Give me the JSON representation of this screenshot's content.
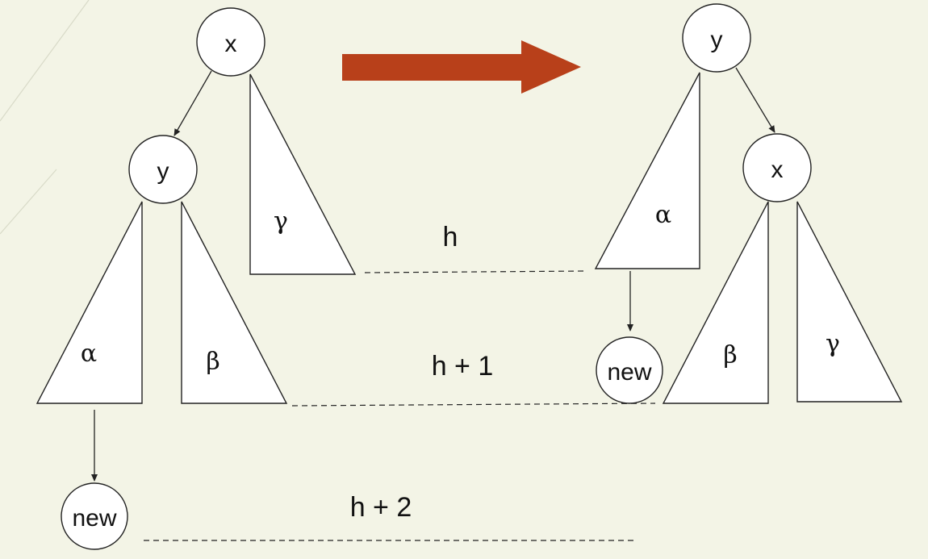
{
  "left_tree": {
    "root_label": "x",
    "child_label": "y",
    "new_label": "new",
    "alpha": "α",
    "beta": "β",
    "gamma": "γ"
  },
  "right_tree": {
    "root_label": "y",
    "child_label": "x",
    "new_label": "new",
    "alpha": "α",
    "beta": "β",
    "gamma": "γ"
  },
  "levels": {
    "h": "h",
    "h_plus_1": "h + 1",
    "h_plus_2": "h + 2"
  },
  "colors": {
    "background": "#f3f4e6",
    "arrow": "#b8401a"
  }
}
